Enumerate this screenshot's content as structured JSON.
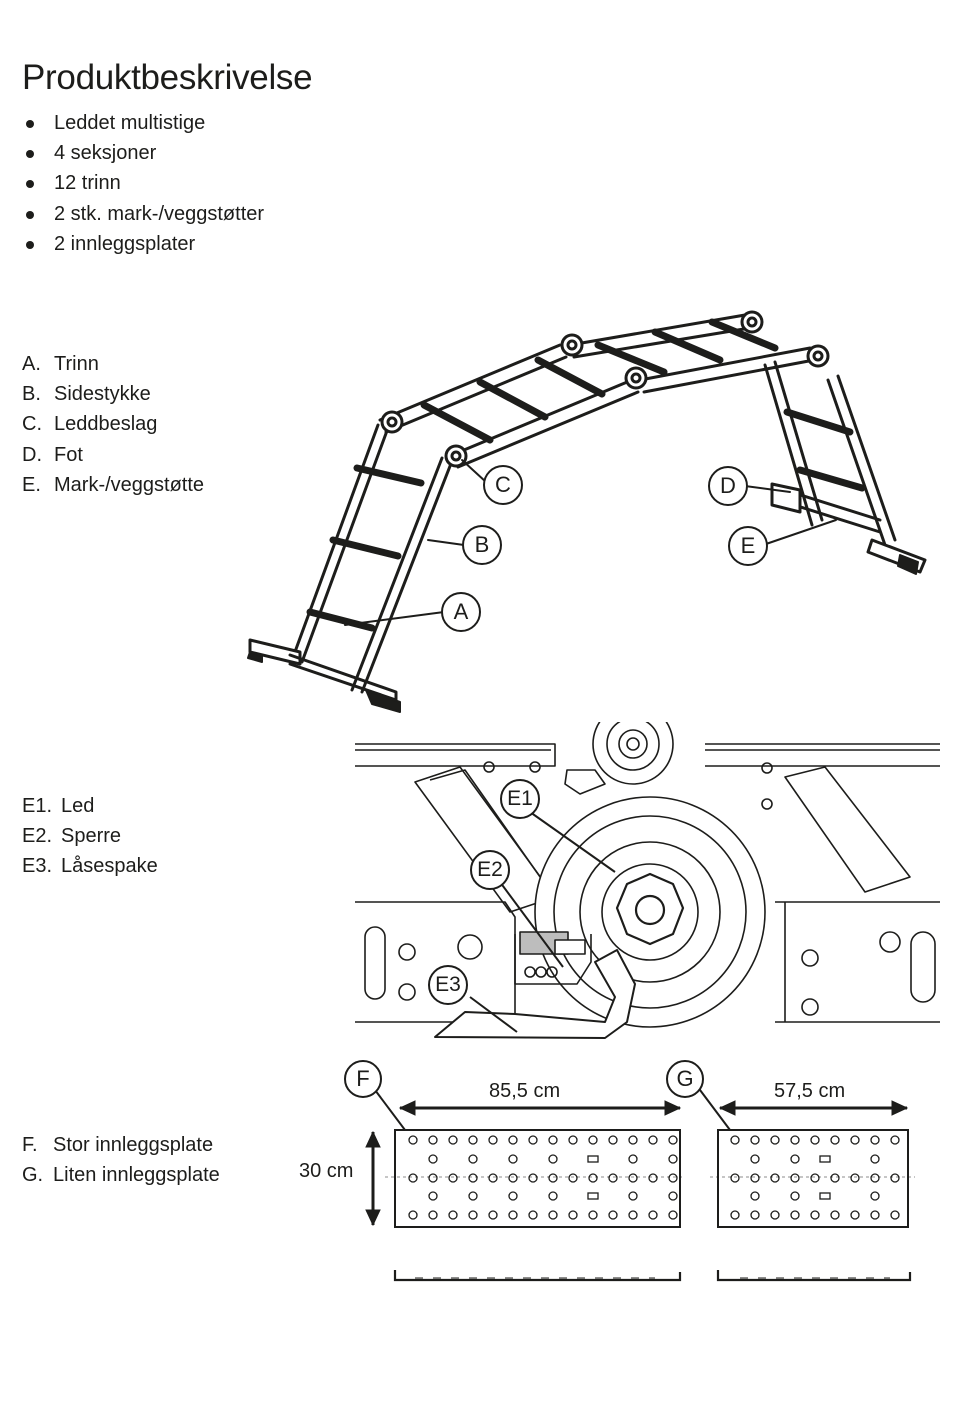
{
  "title": "Produktbeskrivelse",
  "bullets": [
    "Leddet multistige",
    "4 seksjoner",
    "12 trinn",
    "2 stk. mark-/veggstøtter",
    "2 innleggsplater"
  ],
  "parts": [
    {
      "key": "A.",
      "label": "Trinn"
    },
    {
      "key": "B.",
      "label": "Sidestykke"
    },
    {
      "key": "C.",
      "label": "Leddbeslag"
    },
    {
      "key": "D.",
      "label": "Fot"
    },
    {
      "key": "E.",
      "label": "Mark-/veggstøtte"
    }
  ],
  "joint_parts": [
    {
      "key": "E1.",
      "label": "Led"
    },
    {
      "key": "E2.",
      "label": "Sperre"
    },
    {
      "key": "E3.",
      "label": "Låsespake"
    }
  ],
  "plates": [
    {
      "key": "F.",
      "label": "Stor innleggsplate"
    },
    {
      "key": "G.",
      "label": "Liten innleggsplate"
    }
  ],
  "callouts": {
    "a": "A",
    "b": "B",
    "c": "C",
    "d": "D",
    "e": "E",
    "e1": "E1",
    "e2": "E2",
    "e3": "E3",
    "f": "F",
    "g": "G"
  },
  "dimensions": {
    "large_plate_width": "85,5 cm",
    "small_plate_width": "57,5 cm",
    "plate_height": "30 cm"
  }
}
